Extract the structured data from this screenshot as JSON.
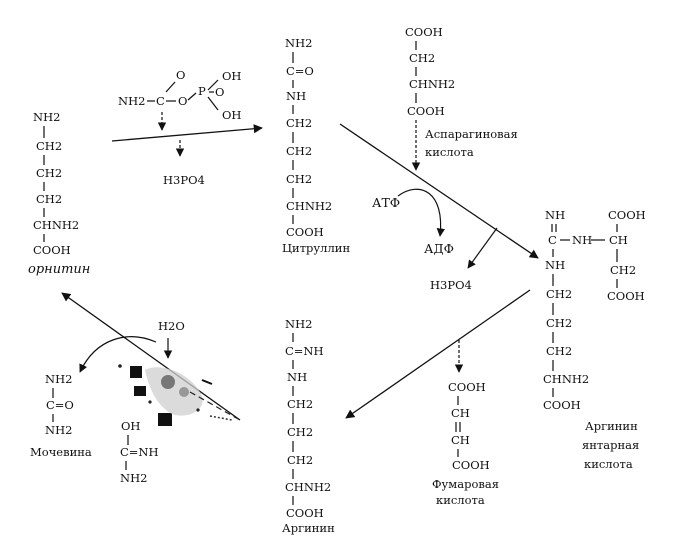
{
  "ornithine": {
    "lines": [
      "NH2",
      "CH2",
      "CH2",
      "CH2",
      "CHNH2",
      "COOH"
    ],
    "handwritten": "орнитин"
  },
  "carbamoyl_phosphate": {
    "amine": "NH2",
    "carbon": "C",
    "top_o": "O",
    "bridge_o": "O",
    "phos": "P",
    "double_o": "O",
    "oh1": "OH",
    "oh2": "OH"
  },
  "phosphate_out_1": "H3PO4",
  "citrulline": {
    "lines": [
      "NH2",
      "C=O",
      "NH",
      "CH2",
      "CH2",
      "CH2",
      "CHNH2",
      "COOH"
    ],
    "name": "Цитруллин"
  },
  "aspartic_acid": {
    "lines": [
      "COOH",
      "CH2",
      "CHNH2",
      "COOH"
    ],
    "name_line1": "Аспарагиновая",
    "name_line2": "кислота"
  },
  "atp": "АТФ",
  "adp": "АДФ",
  "phosphate_out_2": "H3PO4",
  "argininosuccinate": {
    "backbone": [
      "NH",
      "C",
      "NH",
      "CH2",
      "CH2",
      "CH2",
      "CHNH2",
      "COOH"
    ],
    "nh_link": "NH",
    "succ": [
      "COOH",
      "CH",
      "CH2",
      "COOH"
    ],
    "name_line1": "Аргинин",
    "name_line2": "янтарная",
    "name_line3": "кислота"
  },
  "fumaric_acid": {
    "lines": [
      "COOH",
      "CH",
      "CH",
      "COOH"
    ],
    "name_line1": "Фумаровая",
    "name_line2": "кислота"
  },
  "arginine": {
    "lines": [
      "NH2",
      "C=NH",
      "NH",
      "CH2",
      "CH2",
      "CH2",
      "CHNH2",
      "COOH"
    ],
    "name": "Аргинин"
  },
  "water": "H2O",
  "urea": {
    "lines": [
      "NH2",
      "C=O",
      "NH2"
    ],
    "name": "Мочевина"
  },
  "guanidino_fragment": {
    "oh": "OH",
    "c_nh": "C=NH",
    "nh2": "NH2"
  }
}
